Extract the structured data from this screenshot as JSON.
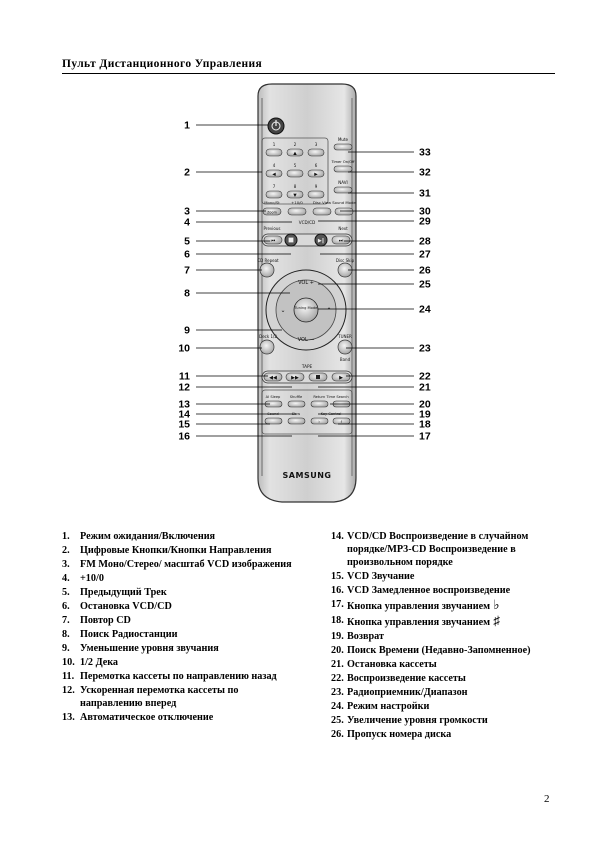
{
  "header": {
    "title": "Пульт Дистанционного Управления"
  },
  "remote": {
    "brand": "SAMSUNG",
    "labels": {
      "digits": [
        "1",
        "2",
        "3",
        "4",
        "5",
        "6",
        "7",
        "8",
        "9"
      ],
      "mute": "Mute",
      "timer": "Timer On/Off",
      "nav": "NAVI",
      "mono_zoom": "Mono/St",
      "zoom": "Zoom",
      "plus10": "+10/0",
      "disc_view": "Disc View",
      "sound_mode": "Sound Mode",
      "vcd_cd": "VCD/CD",
      "previous": "Previous",
      "next": "Next",
      "cd_repeat": "CD Repeat",
      "disc_skip": "Disc Skip",
      "vol_plus": "VOL +",
      "vol_minus": "VOL —",
      "tuning_mode": "Tuning Mode",
      "deck": "Deck 1/2",
      "tuner": "TUNER",
      "band": "Band",
      "tape": "TAPE",
      "ai_sleep": "AI Sleep",
      "shuffle": "Shuffle",
      "return_time": "Return Time Search",
      "sound": "Sound",
      "slow": "Slow",
      "key_control": "Key Control"
    },
    "callouts_left": [
      "1",
      "2",
      "3",
      "4",
      "5",
      "6",
      "7",
      "8",
      "9",
      "10",
      "11",
      "12",
      "13",
      "14",
      "15",
      "16"
    ],
    "callouts_right": [
      "33",
      "32",
      "31",
      "30",
      "29",
      "28",
      "27",
      "26",
      "25",
      "24",
      "23",
      "22",
      "21",
      "20",
      "19",
      "18",
      "17"
    ]
  },
  "legend_left": [
    {
      "num": "1.",
      "text": "Режим ожидания/Включения"
    },
    {
      "num": "2.",
      "text": "Цифровые Кнопки/Кнопки Направления"
    },
    {
      "num": "3.",
      "text": "FM Моно/Стерео/ масштаб VCD изображения"
    },
    {
      "num": "4.",
      "text": "+10/0"
    },
    {
      "num": "5.",
      "text": "Предыдущий Трек"
    },
    {
      "num": "6.",
      "text": "Остановка VCD/CD"
    },
    {
      "num": "7.",
      "text": "Повтор CD"
    },
    {
      "num": "8.",
      "text": "Поиск Радиостанции"
    },
    {
      "num": "9.",
      "text": "Уменьшение уровня звучания"
    },
    {
      "num": "10.",
      "text": "1/2 Дека"
    },
    {
      "num": "11.",
      "text": "Перемотка кассеты по направлению назад"
    },
    {
      "num": "12.",
      "text": "Ускоренная перемотка кассеты по направлению вперед"
    },
    {
      "num": "13.",
      "text": "Автоматическое отключение"
    }
  ],
  "legend_right": [
    {
      "num": "14.",
      "text": "VCD/CD Воспроизведение в случайном порядке/MP3-CD Воспроизведение в произвольном порядке"
    },
    {
      "num": "15.",
      "text": "VCD Звучание"
    },
    {
      "num": "16.",
      "text": "VCD Замедленное воспроизведение"
    },
    {
      "num": "17.",
      "text": "Кнопка управления звучанием",
      "symbol": "♭"
    },
    {
      "num": "18.",
      "text": "Кнопка управления звучанием",
      "symbol": "♯"
    },
    {
      "num": "19.",
      "text": "Возврат"
    },
    {
      "num": "20.",
      "text": "Поиск Времени (Недавно-Запомненное)"
    },
    {
      "num": "21.",
      "text": "Остановка кассеты"
    },
    {
      "num": "22.",
      "text": "Воспроизведение кассеты"
    },
    {
      "num": "23.",
      "text": "Радиоприемник/Диапазон"
    },
    {
      "num": "24.",
      "text": "Режим настройки"
    },
    {
      "num": "25.",
      "text": "Увеличение уровня громкости"
    },
    {
      "num": "26.",
      "text": "Пропуск номера диска"
    }
  ],
  "page_number": "2"
}
